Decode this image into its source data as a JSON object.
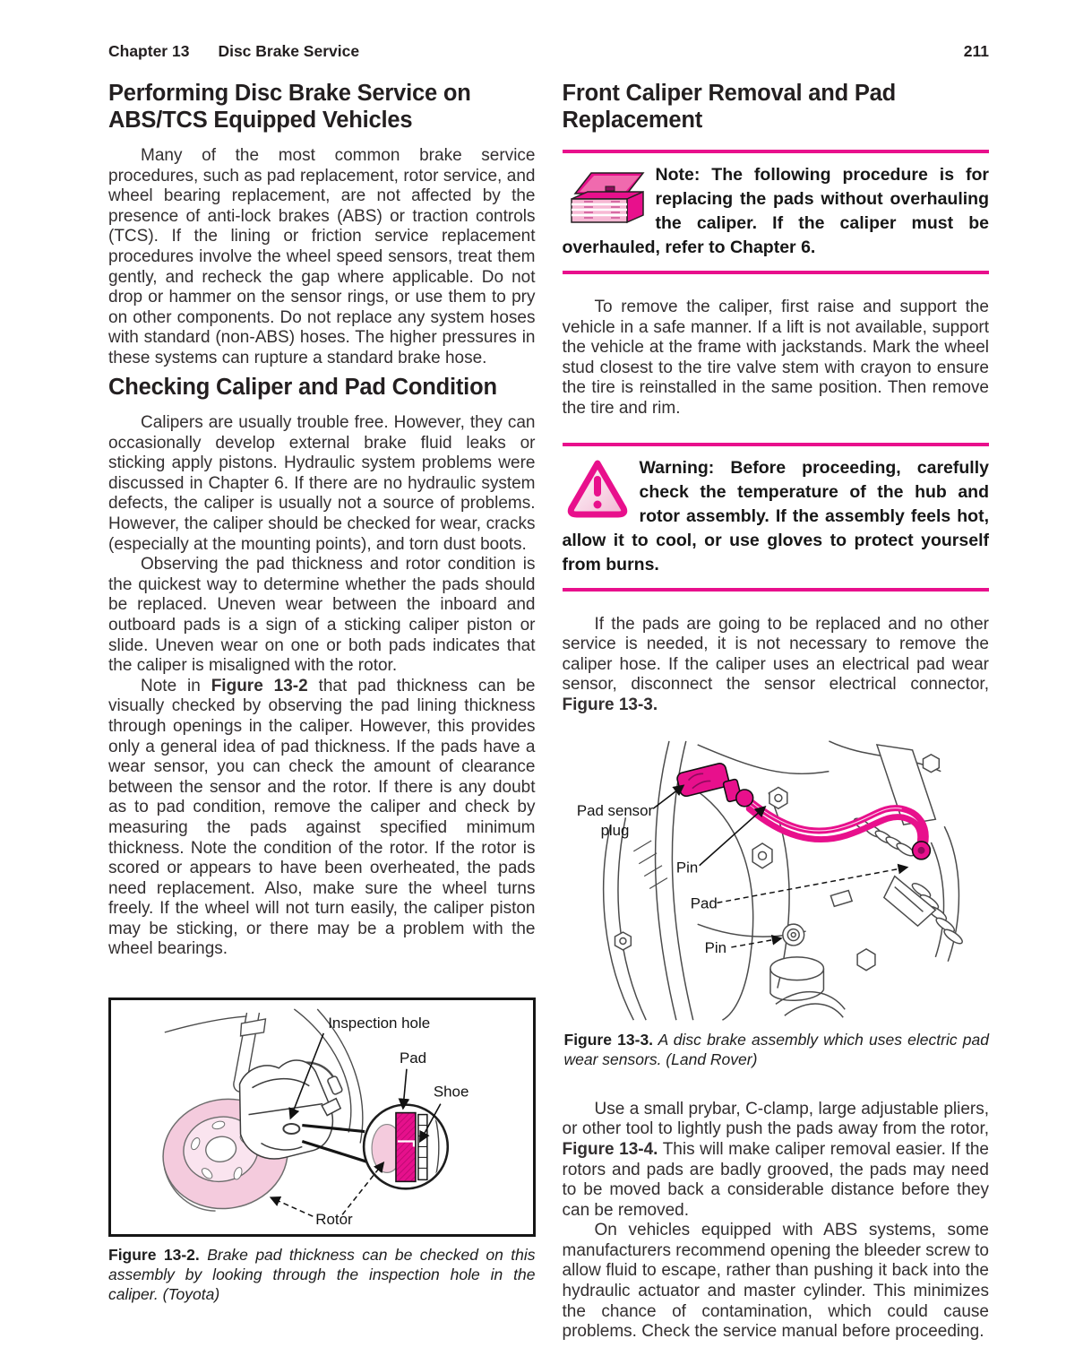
{
  "page": {
    "header": {
      "chapter": "Chapter 13",
      "title": "Disc Brake Service",
      "page_number": "211"
    },
    "colors": {
      "accent_magenta": "#E8108C",
      "rotor_pink": "#F4CBDD",
      "pad_magenta": "#E6108C"
    }
  },
  "left": {
    "section1": {
      "title": "Performing Disc Brake Service on ABS/TCS Equipped Vehicles",
      "para1": "Many of the most common brake service procedures, such as pad replacement, rotor service, and wheel bearing replacement, are not affected by the presence of anti-lock brakes (ABS) or traction controls (TCS). If the lining or friction service replacement procedures involve the wheel speed sensors, treat them gently, and recheck the gap where applicable. Do not drop or hammer on the sensor rings, or use them to pry on other components. Do not replace any system hoses with standard (non-ABS) hoses. The higher pressures in these systems can rupture a standard brake hose."
    },
    "section2": {
      "title": "Checking Caliper and Pad Condition",
      "para1": "Calipers are usually trouble free. However, they can occasionally develop external brake fluid leaks or sticking apply pistons. Hydraulic system problems were discussed in Chapter 6. If there are no hydraulic system defects, the caliper is usually not a source of problems. However, the caliper should be checked for wear, cracks (especially at the mounting points), and torn dust boots.",
      "para2": "Observing the pad thickness and rotor condition is the quickest way to determine whether the pads should be replaced. Uneven wear between the inboard and outboard pads is a sign of a sticking caliper piston or slide. Uneven wear on one or both pads indicates that the caliper is misaligned with the rotor.",
      "para3_pre": "Note in ",
      "para3_bold": "Figure 13-2",
      "para3_post": " that pad thickness can be visually checked by observing the pad lining thickness through openings in the caliper. However, this provides only a general idea of pad thickness. If the pads have a wear sensor, you can check the amount of clearance between the sensor and the rotor. If there is any doubt as to pad condition, remove the caliper and check by measuring the pads against specified minimum thickness. Note the condition of the rotor. If the rotor is scored or appears to have been overheated, the pads need replacement. Also, make sure the wheel turns freely. If the wheel will not turn easily, the caliper piston may be sticking, or there may be a problem with the wheel bearings."
    },
    "figure2": {
      "labels": {
        "inspection_hole": "Inspection hole",
        "pad": "Pad",
        "shoe": "Shoe",
        "rotor": "Rotor"
      },
      "caption_label": "Figure 13-2.",
      "caption_text": " Brake pad thickness can be checked on this assembly by looking through the inspection hole in the caliper. (Toyota)"
    }
  },
  "right": {
    "section3": {
      "title": "Front Caliper Removal and Pad Replacement"
    },
    "note": {
      "text": "Note: The following procedure is for replacing the pads without overhauling the caliper. If the caliper must be overhauled, refer to Chapter 6."
    },
    "para1": "To remove the caliper, first raise and support the vehicle in a safe manner. If a lift is not available, support the vehicle at the frame with jackstands. Mark the wheel stud closest to the tire valve stem with crayon to ensure the tire is reinstalled in the same position. Then remove the tire and rim.",
    "warning": {
      "text": "Warning: Before proceeding, carefully check the temperature of the hub and rotor assembly. If the assembly feels hot, allow it to cool, or use gloves to protect yourself from burns."
    },
    "para2_pre": "If the pads are going to be replaced and no other service is needed, it is not necessary to remove the caliper hose. If the caliper uses an electrical pad wear sensor, disconnect the sensor electrical connector, ",
    "para2_bold": "Figure 13-3.",
    "figure3": {
      "labels": {
        "pad_sensor_plug_line1": "Pad sensor",
        "pad_sensor_plug_line2": "plug",
        "pin_top": "Pin",
        "pad": "Pad",
        "pin_bottom": "Pin"
      },
      "caption_label": "Figure 13-3.",
      "caption_text": " A disc brake assembly which uses electric pad wear sensors. (Land Rover)"
    },
    "para3_pre": "Use a small prybar, C-clamp, large adjustable pliers, or other tool to lightly push the pads away from the rotor, ",
    "para3_bold": "Figure 13-4.",
    "para3_post": " This will make caliper removal easier. If the rotors and pads are badly grooved, the pads may need to be moved back a considerable distance before they can be removed.",
    "para4": "On vehicles equipped with ABS systems, some manufacturers recommend opening the bleeder screw to allow fluid to escape, rather than pushing it back into the hydraulic actuator and master cylinder. This minimizes the chance of contamination, which could cause problems. Check the service manual before proceeding."
  }
}
